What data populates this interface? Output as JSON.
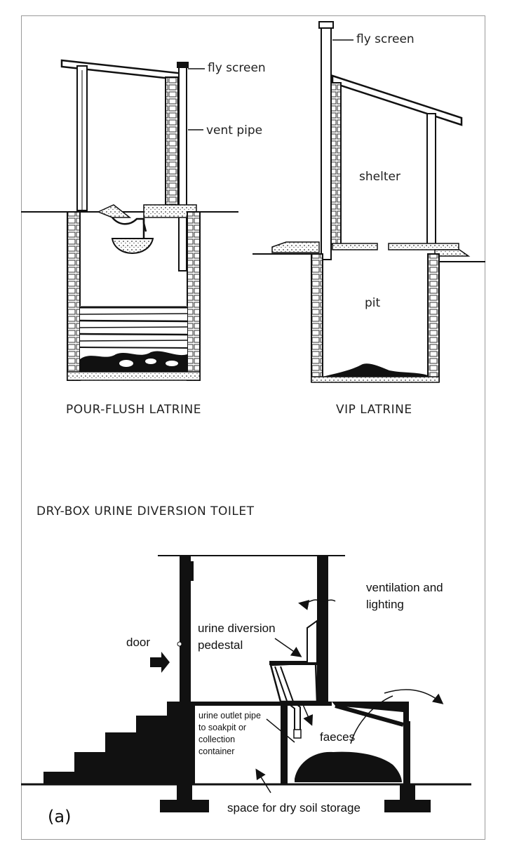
{
  "pour_flush": {
    "caption": "POUR-FLUSH LATRINE",
    "fly_screen": "fly screen",
    "vent_pipe": "vent pipe"
  },
  "vip": {
    "caption": "VIP LATRINE",
    "fly_screen": "fly screen",
    "shelter": "shelter",
    "pit": "pit"
  },
  "dry_box": {
    "title": "DRY-BOX URINE DIVERSION TOILET",
    "ventilation_line1": "ventilation and",
    "ventilation_line2": "lighting",
    "pedestal_line1": "urine diversion",
    "pedestal_line2": "pedestal",
    "door": "door",
    "outlet_line1": "urine outlet pipe",
    "outlet_line2": "to soakpit or",
    "outlet_line3": "collection",
    "outlet_line4": "container",
    "faeces": "faeces",
    "storage": "space for dry soil storage",
    "panel_tag": "(a)"
  },
  "colors": {
    "ink": "#111111",
    "frame": "#9a9a9a",
    "brick": "#cfcfcf"
  }
}
